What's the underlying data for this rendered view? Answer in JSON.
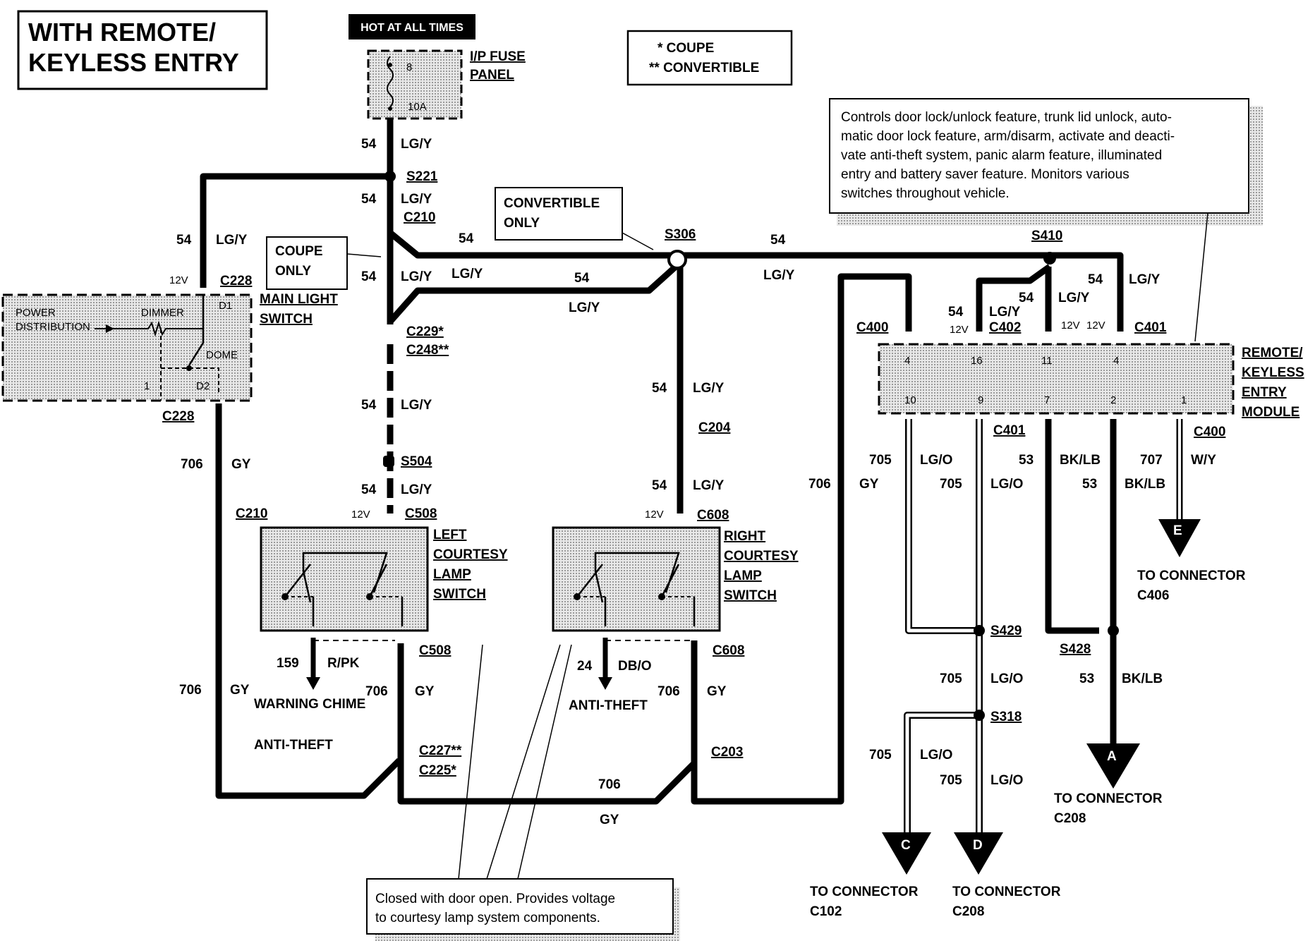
{
  "title": [
    "WITH REMOTE/",
    "KEYLESS ENTRY"
  ],
  "hot_label": "HOT AT ALL TIMES",
  "legend": [
    "*  COUPE",
    "**  CONVERTIBLE"
  ],
  "fuse_panel": {
    "name": [
      "I/P FUSE",
      "PANEL"
    ],
    "fuse_num": "8",
    "fuse_rating": "10A"
  },
  "module_note": [
    "Controls door lock/unlock feature, trunk lid unlock, auto-",
    "matic door lock feature, arm/disarm, activate and deacti-",
    "vate anti-theft system, panic alarm feature, illuminated",
    "entry and battery saver feature.  Monitors various",
    "switches throughout vehicle."
  ],
  "switch_note": [
    "Closed with door open.  Provides voltage",
    "to courtesy lamp system components."
  ],
  "convertible_only": [
    "CONVERTIBLE",
    "ONLY"
  ],
  "coupe_only": [
    "COUPE",
    "ONLY"
  ],
  "main_light_switch": {
    "name": [
      "MAIN LIGHT",
      "SWITCH"
    ],
    "power_distribution": [
      "POWER",
      "DISTRIBUTION"
    ],
    "dimmer": "DIMMER",
    "dome": "DOME",
    "d1": "D1",
    "d2": "D2",
    "pin1": "1"
  },
  "left_switch": [
    "LEFT",
    "COURTESY",
    "LAMP",
    "SWITCH"
  ],
  "right_switch": [
    "RIGHT",
    "COURTESY",
    "LAMP",
    "SWITCH"
  ],
  "module": {
    "name": [
      "REMOTE/",
      "KEYLESS",
      "ENTRY",
      "MODULE"
    ],
    "top_pins": [
      "4",
      "16",
      "11",
      "4"
    ],
    "bottom_pins": [
      "10",
      "9",
      "7",
      "2",
      "1"
    ]
  },
  "connectors": {
    "S221": "S221",
    "C210": "C210",
    "C228": "C228",
    "C229": "C229*",
    "C248": "C248**",
    "S504": "S504",
    "C508": "C508",
    "S306": "S306",
    "C204": "C204",
    "C608": "C608",
    "S410": "S410",
    "C400": "C400",
    "C402": "C402",
    "C401": "C401",
    "C227": "C227**",
    "C225": "C225*",
    "C203": "C203",
    "S429": "S429",
    "S428": "S428",
    "S318": "S318"
  },
  "circuits": {
    "c54": "54",
    "c706": "706",
    "c705": "705",
    "c53": "53",
    "c707": "707",
    "c159": "159",
    "c24": "24"
  },
  "colors": {
    "lgy": "LG/Y",
    "gy": "GY",
    "lgo": "LG/O",
    "bklb": "BK/LB",
    "wy": "W/Y",
    "rpk": "R/PK",
    "dbo": "DB/O"
  },
  "v12": "12V",
  "destinations": {
    "warning_chime": "WARNING CHIME",
    "anti_theft": "ANTI-THEFT",
    "to_connector": "TO CONNECTOR",
    "C406": "C406",
    "C208": "C208",
    "C102": "C102",
    "E": "E",
    "A": "A",
    "C": "C",
    "D": "D"
  },
  "style": {
    "wire": "#000000",
    "fill": "#d4d4d4",
    "background": "#ffffff"
  }
}
